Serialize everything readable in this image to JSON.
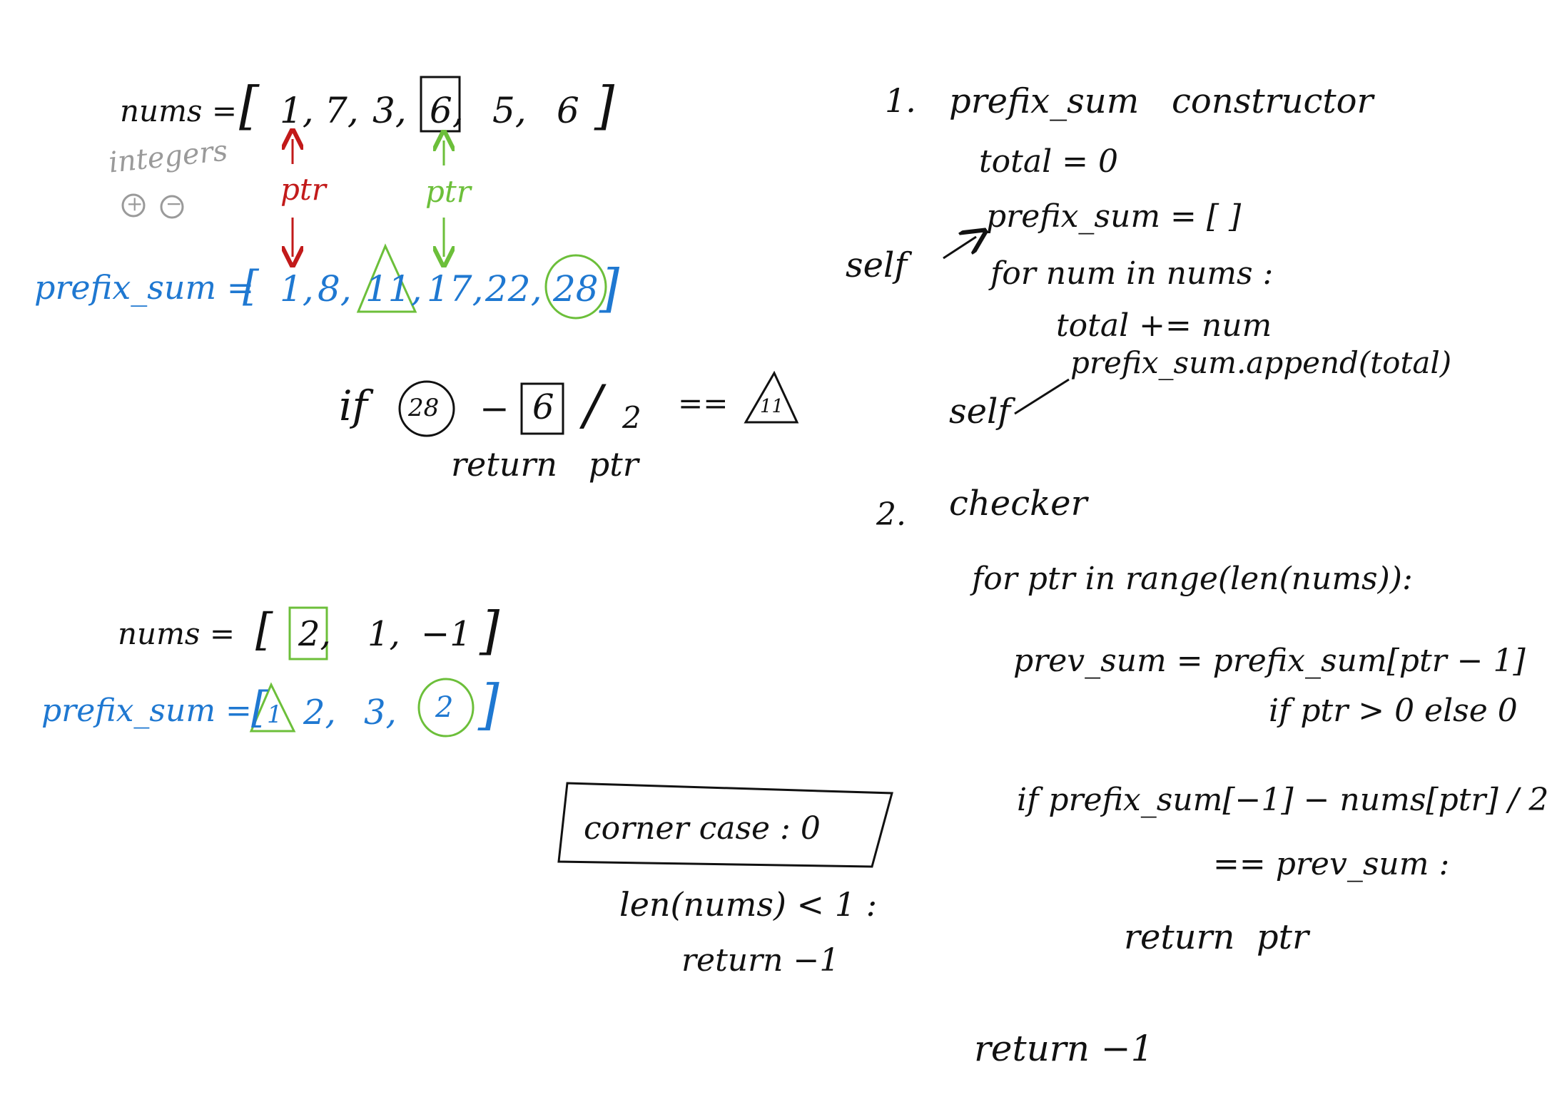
{
  "colors": {
    "ink": "#111111",
    "blue": "#1f78d1",
    "gray": "#9a9a9a",
    "red": "#c21a1a",
    "green": "#6cbf3a"
  },
  "example1": {
    "nums_label": "nums =",
    "nums_open": "[",
    "nums_items": [
      "1,",
      "7,",
      "3,",
      "6,",
      "5,",
      "6"
    ],
    "nums_close": "]",
    "note": "integers",
    "plus_sign": "+",
    "minus_sign": "−",
    "ptr_red": "ptr",
    "ptr_green": "ptr",
    "prefix_label": "prefix_sum =",
    "prefix_open": "[",
    "prefix_items": [
      "1,",
      "8,",
      "11,",
      "17,",
      "22,",
      "28"
    ],
    "prefix_close": "]",
    "condition": {
      "if": "if",
      "total": "28",
      "minus": "−",
      "num": "6",
      "div": "/",
      "two": "2",
      "eq": "==",
      "pivot": "11"
    },
    "result": "return   ptr"
  },
  "example2": {
    "nums_label": "nums =",
    "nums_open": "[",
    "nums_items": [
      "2,",
      "1,",
      "−1"
    ],
    "nums_close": "]",
    "prefix_label": "prefix_sum =",
    "prefix_open": "[",
    "prefix_items": [
      "2,",
      "3,",
      "2"
    ],
    "prefix_close": "]",
    "triangle_mark": "1"
  },
  "corner_case": {
    "title": "corner case : 0",
    "cond": "len(nums) < 1 :",
    "ret": "return −1"
  },
  "constructor": {
    "number": "1.",
    "title": "prefix_sum   constructor",
    "self1": "self",
    "self2": "self",
    "lines": [
      "total = 0",
      "prefix_sum = [ ]",
      "for num in nums :",
      "total += num",
      "prefix_sum.append(total)"
    ]
  },
  "checker": {
    "number": "2.",
    "title": "checker",
    "lines": [
      "for ptr in range(len(nums)):",
      "prev_sum = prefix_sum[ptr − 1]",
      "if ptr > 0 else 0",
      "if prefix_sum[−1] − nums[ptr] / 2",
      "== prev_sum :",
      "return  ptr",
      "return −1"
    ]
  }
}
